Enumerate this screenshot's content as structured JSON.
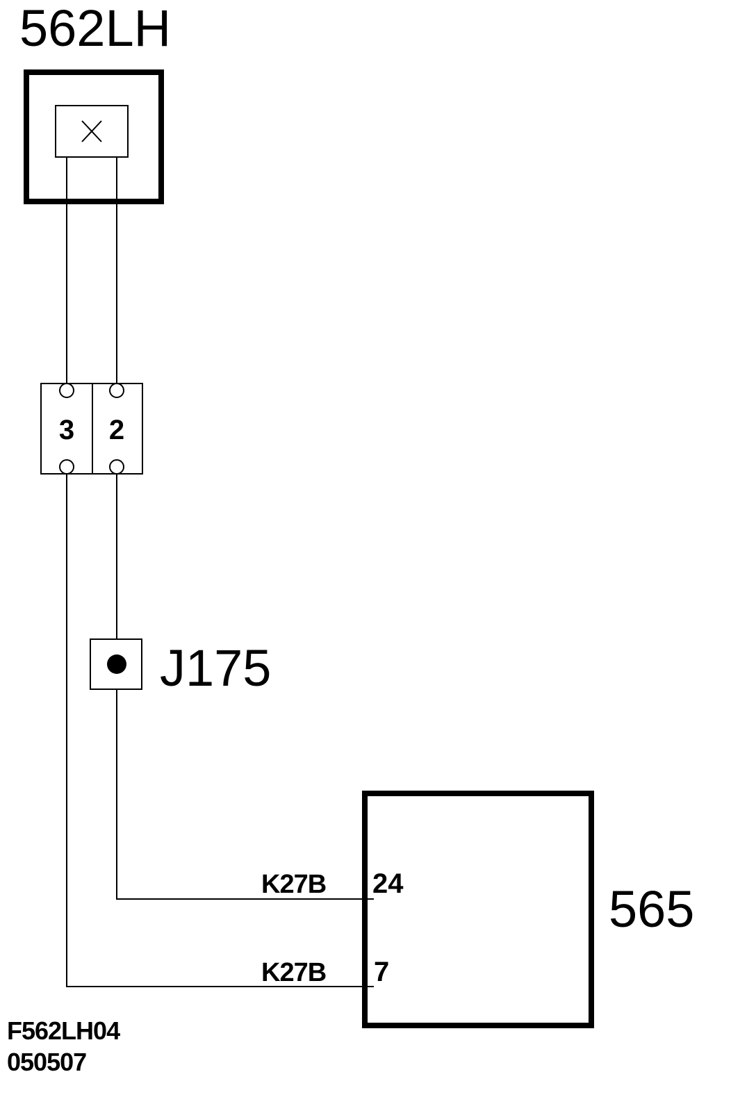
{
  "components": {
    "top_component": {
      "label": "562LH"
    },
    "connector": {
      "pins": [
        "3",
        "2"
      ]
    },
    "junction": {
      "label": "J175"
    },
    "module": {
      "label": "565",
      "pins": [
        {
          "wire": "K27B",
          "pin": "24"
        },
        {
          "wire": "K27B",
          "pin": "7"
        }
      ]
    }
  },
  "footer": {
    "code": "F562LH04",
    "date": "050507"
  }
}
